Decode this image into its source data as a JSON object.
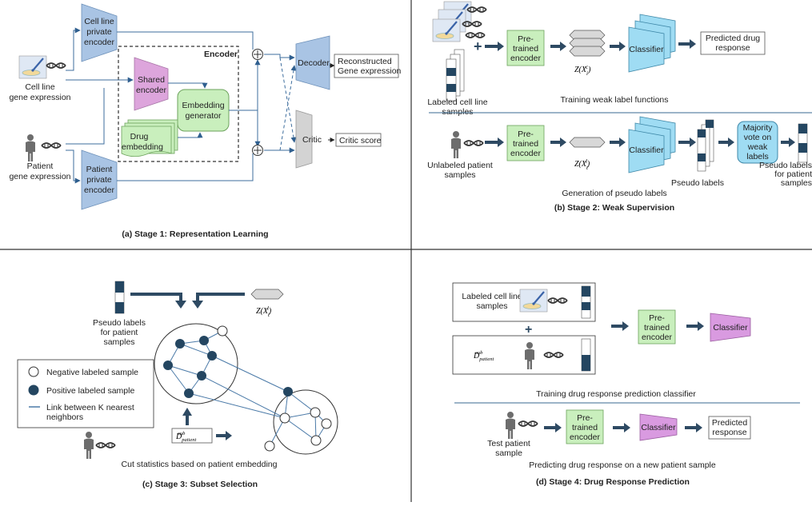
{
  "panel_a": {
    "caption": "(a) Stage 1: Representation Learning",
    "cell_line_input": [
      "Cell line",
      "gene expression"
    ],
    "patient_input": [
      "Patient",
      "gene expression"
    ],
    "cell_private_encoder": [
      "Cell line",
      "private",
      "encoder"
    ],
    "patient_private_encoder": [
      "Patient",
      "private",
      "encoder"
    ],
    "encoder_box_title": "Encoder",
    "shared_encoder": [
      "Shared",
      "encoder"
    ],
    "embedding_generator": [
      "Embedding",
      "generator"
    ],
    "drug_embedding": [
      "Drug",
      "embedding"
    ],
    "decoder": "Decoder",
    "critic": "Critic",
    "reconstructed": [
      "Reconstructed",
      "Gene expression"
    ],
    "critic_score": "Critic score"
  },
  "panel_b": {
    "caption": "(b) Stage 2: Weak Supervision",
    "pretrained_encoder": [
      "Pre-",
      "trained",
      "encoder"
    ],
    "classifier": "Classifier",
    "predicted_drug_response": [
      "Predicted drug",
      "response"
    ],
    "z_cell": "Z(X",
    "z_cell_sup": "c",
    "z_cell_sub": "i",
    "z_pat": "Z(X",
    "z_pat_sup": "l",
    "z_pat_sub": "t",
    "labeled_cell_line": [
      "Labeled cell line",
      "samples"
    ],
    "training_weak": "Training weak label functions",
    "unlabeled_patient": [
      "Unlabeled patient",
      "samples"
    ],
    "pseudo_labels": "Pseudo labels",
    "majority_vote": [
      "Majority",
      "vote on",
      "weak",
      "labels"
    ],
    "pseudo_labels_patient": [
      "Pseudo labels",
      "for patient",
      "samples"
    ],
    "generation": "Generation of pseudo labels"
  },
  "panel_c": {
    "caption": "(c) Stage 3: Subset Selection",
    "pseudo_labels_patient": [
      "Pseudo labels",
      "for patient",
      "samples"
    ],
    "z_pat": "Z(X",
    "z_pat_sup": "l",
    "z_pat_sub": "t",
    "legend_negative": "Negative labeled sample",
    "legend_positive": "Positive labeled sample",
    "legend_link": [
      "Link between K nearest",
      "neighbors"
    ],
    "d_patient": "D",
    "d_patient_sup": "sub",
    "d_patient_sub": "patient",
    "cut_stats": "Cut statistics based on patient embedding"
  },
  "panel_d": {
    "caption": "(d) Stage 4: Drug Response Prediction",
    "labeled_cell_line": [
      "Labeled cell line",
      "samples"
    ],
    "d_patient": "D",
    "d_patient_sup": "sub",
    "d_patient_sub": "patient",
    "pretrained_encoder": [
      "Pre-",
      "trained",
      "encoder"
    ],
    "classifier": "Classifier",
    "training_drug": "Training drug response prediction classifier",
    "test_patient": [
      "Test patient",
      "sample"
    ],
    "predicted_response": [
      "Predicted",
      "response"
    ],
    "predicting": "Predicting drug response on a new patient sample"
  },
  "colors": {
    "encoder_blue": "#a9c4e4",
    "shared_pink": "#dda5dc",
    "embed_green": "#c9efbd",
    "critic_gray": "#d3d3d3",
    "classifier_blue": "#9fdcf3",
    "classifier_pink": "#d99ae0",
    "arrow_navy": "#2e4a63",
    "node_navy": "#244661",
    "line_blue": "#4b7aa8"
  }
}
